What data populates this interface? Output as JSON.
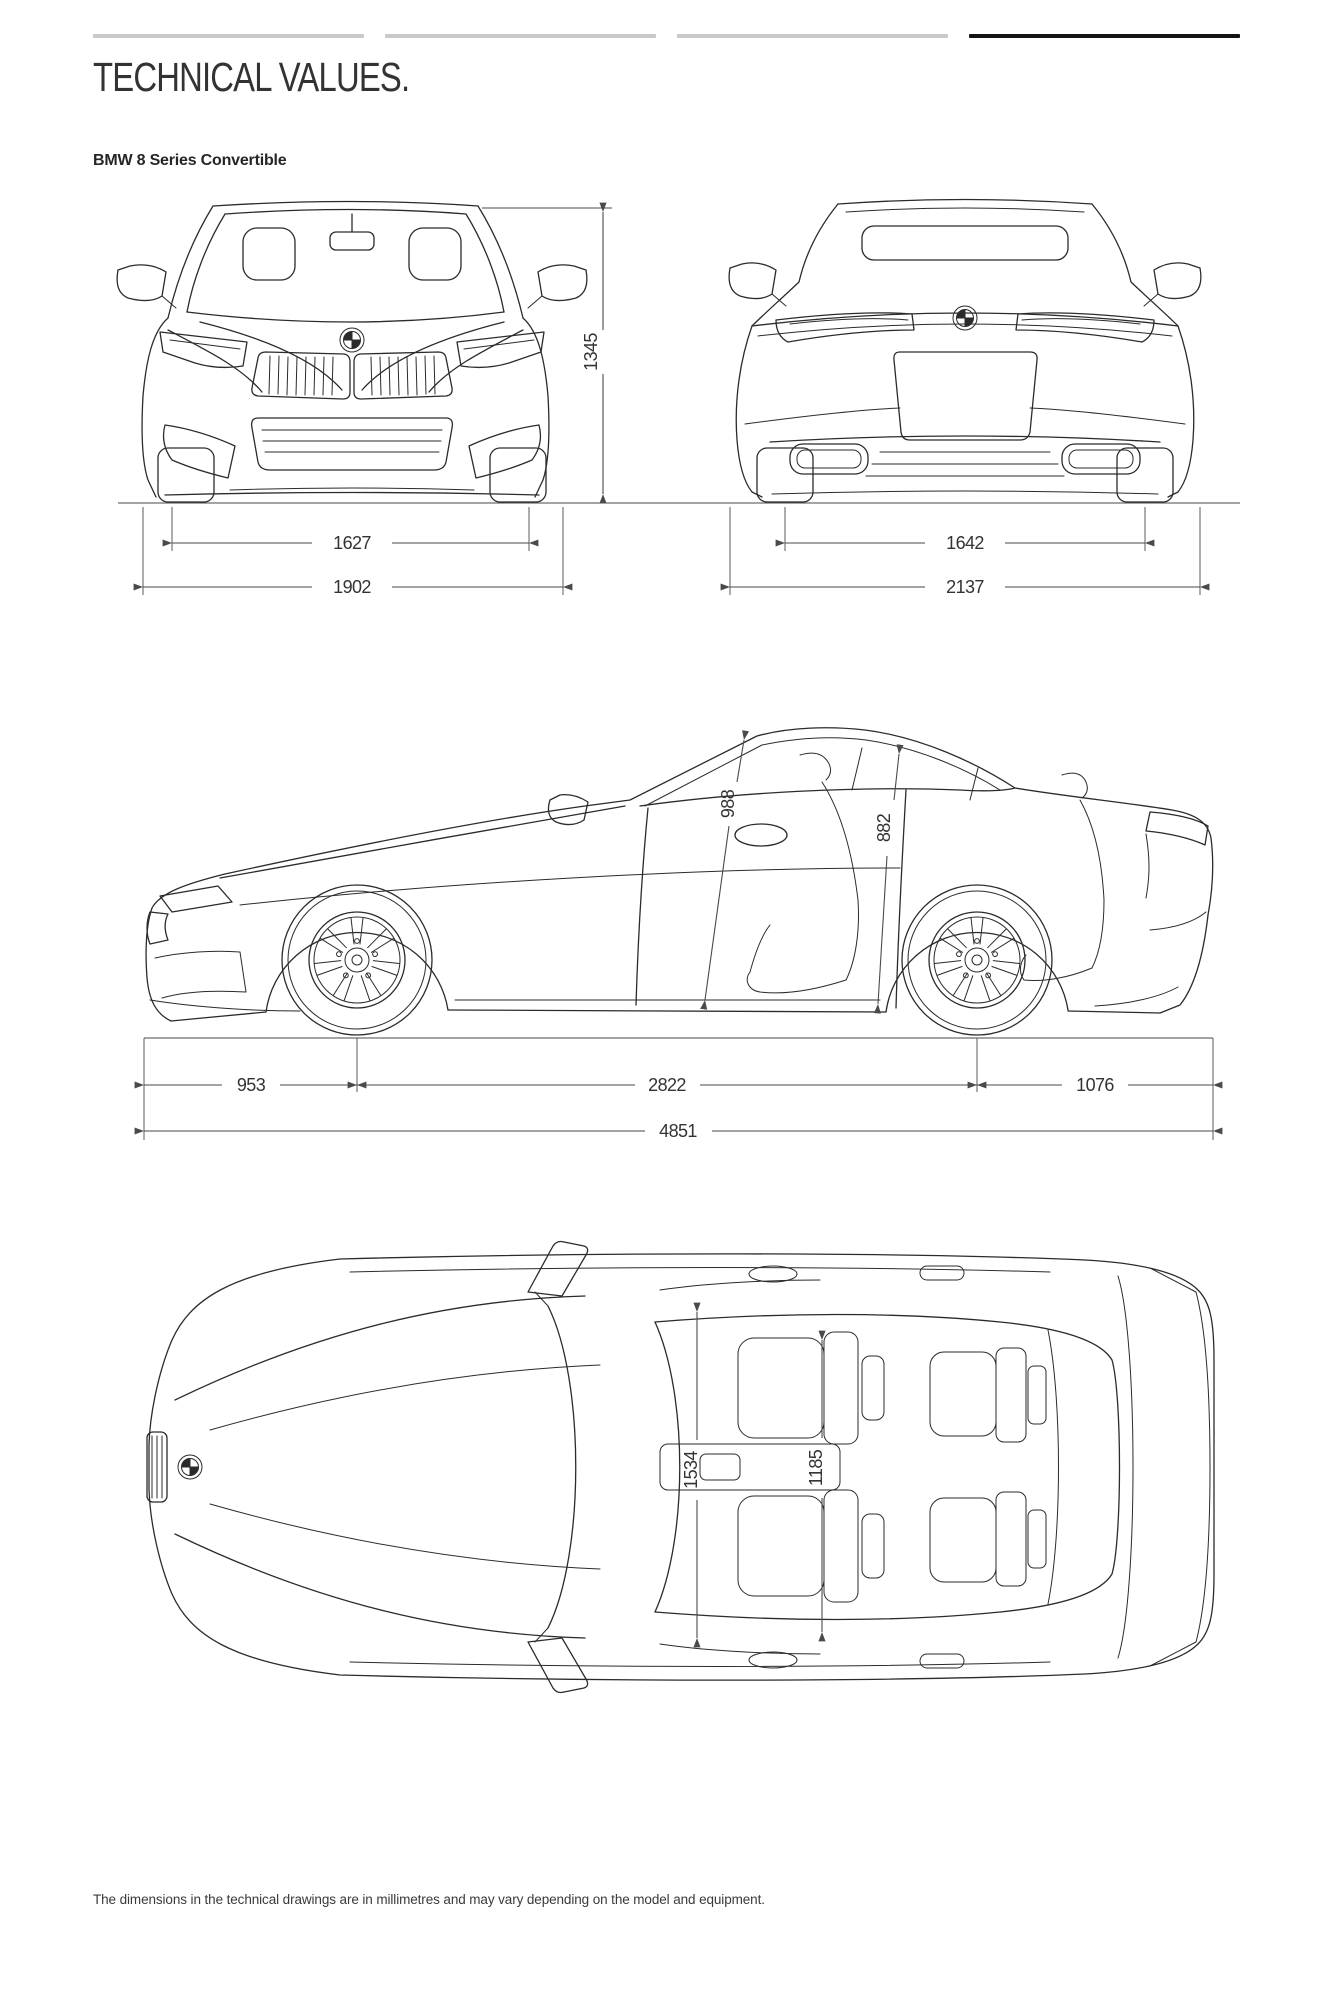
{
  "page": {
    "title": "TECHNICAL VALUES.",
    "subtitle": "BMW 8 Series Convertible",
    "footer_note": "The dimensions in the technical drawings are in millimetres and may vary depending on the model and equipment.",
    "unit": "mm"
  },
  "pagination": {
    "total": 4,
    "active": 4
  },
  "colors": {
    "page_bg": "#ffffff",
    "bar_inactive": "#c9c9c9",
    "bar_active": "#141414",
    "line_art": "#2b2b2b",
    "dim_lines": "#4a4a4a",
    "text": "#262626"
  },
  "views": {
    "front": {
      "dims": {
        "height": "1345",
        "track_front": "1627",
        "width": "1902"
      }
    },
    "rear": {
      "dims": {
        "track_rear": "1642",
        "width_incl_mirrors": "2137"
      }
    },
    "side": {
      "dims": {
        "headroom_front": "988",
        "headroom_rear": "882",
        "front_overhang": "953",
        "wheelbase": "2822",
        "rear_overhang": "1076",
        "length": "4851"
      }
    },
    "top": {
      "dims": {
        "interior_width_front": "1534",
        "interior_width_rear": "1185"
      }
    }
  }
}
